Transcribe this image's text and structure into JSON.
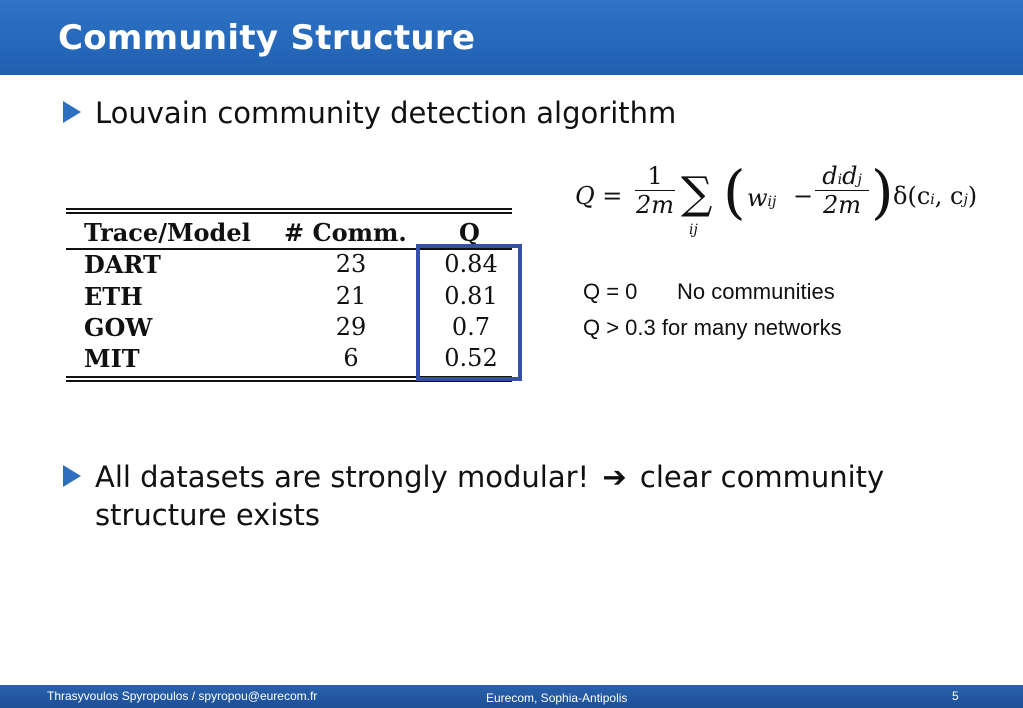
{
  "slide": {
    "title": "Community Structure",
    "bullets": [
      {
        "text": "Louvain community detection algorithm"
      },
      {
        "text_before": "All datasets are strongly modular!",
        "arrow": "➔",
        "text_after": "clear community structure exists"
      }
    ]
  },
  "table": {
    "headers": [
      "Trace/Model",
      "# Comm.",
      "Q"
    ],
    "rows": [
      {
        "name": "DART",
        "comm": "23",
        "q": "0.84"
      },
      {
        "name": "ETH",
        "comm": "21",
        "q": "0.81"
      },
      {
        "name": "GOW",
        "comm": "29",
        "q": "0.7"
      },
      {
        "name": "MIT",
        "comm": "6",
        "q": "0.52"
      }
    ],
    "highlight_color": "#3650a8"
  },
  "formula": {
    "lhs": "Q =",
    "frac1_num": "1",
    "frac1_den": "2m",
    "sum_sub": "ij",
    "w": "w",
    "w_sub": "ij",
    "minus": "−",
    "frac2_num": "d",
    "frac2_num_sub1": "i",
    "frac2_num2": "d",
    "frac2_num_sub2": "j",
    "frac2_den": "2m",
    "delta": "δ(c",
    "delta_sub1": "i",
    "delta_mid": ", c",
    "delta_sub2": "j",
    "delta_end": ")"
  },
  "notes": {
    "q_zero_label": "Q = 0",
    "q_zero_text": "No communities",
    "q_high": "Q > 0.3 for many networks"
  },
  "footer": {
    "author": "Thrasyvoulos Spyropoulos / spyropou@eurecom.fr",
    "venue": "Eurecom, Sophia-Antipolis",
    "page": "5"
  },
  "colors": {
    "title_bar": "#2f74c7",
    "footer_bar": "#2a62ad",
    "bullet_arrow": "#2f6fbf"
  }
}
